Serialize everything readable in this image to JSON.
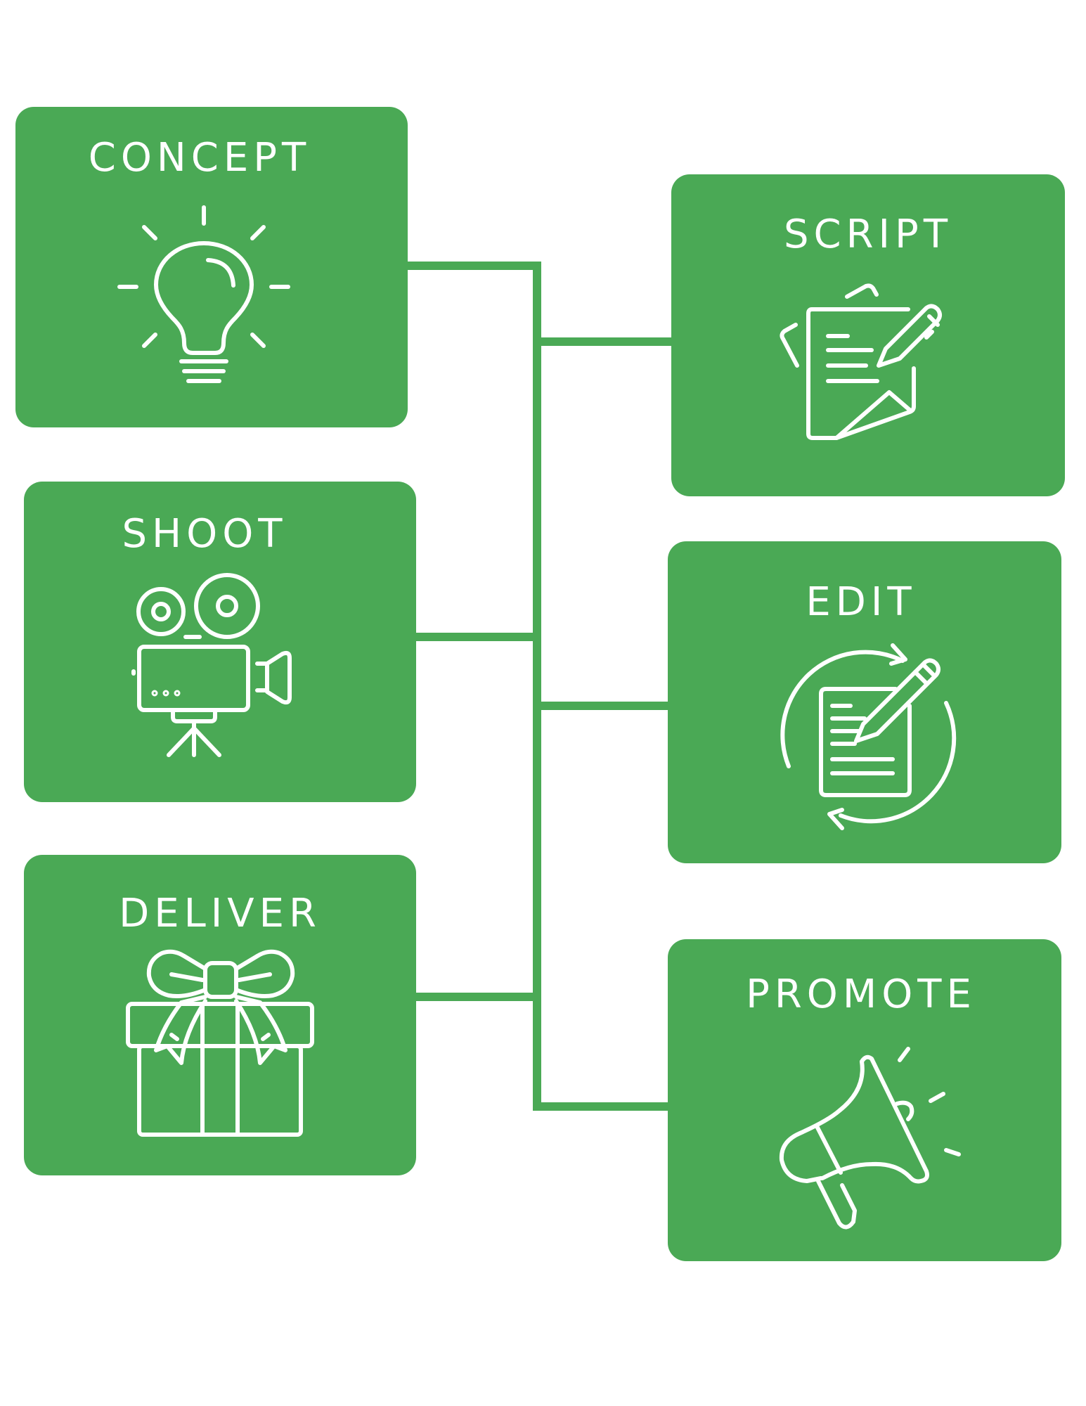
{
  "colors": {
    "card": "#4aa955",
    "connector": "#4aa955",
    "text": "#ffffff",
    "background": "#ffffff"
  },
  "stages": {
    "concept": {
      "label": "CONCEPT",
      "icon": "lightbulb-icon"
    },
    "script": {
      "label": "SCRIPT",
      "icon": "script-document-icon"
    },
    "shoot": {
      "label": "SHOOT",
      "icon": "movie-camera-icon"
    },
    "edit": {
      "label": "EDIT",
      "icon": "edit-document-icon"
    },
    "deliver": {
      "label": "DELIVER",
      "icon": "gift-box-icon"
    },
    "promote": {
      "label": "PROMOTE",
      "icon": "megaphone-icon"
    }
  }
}
